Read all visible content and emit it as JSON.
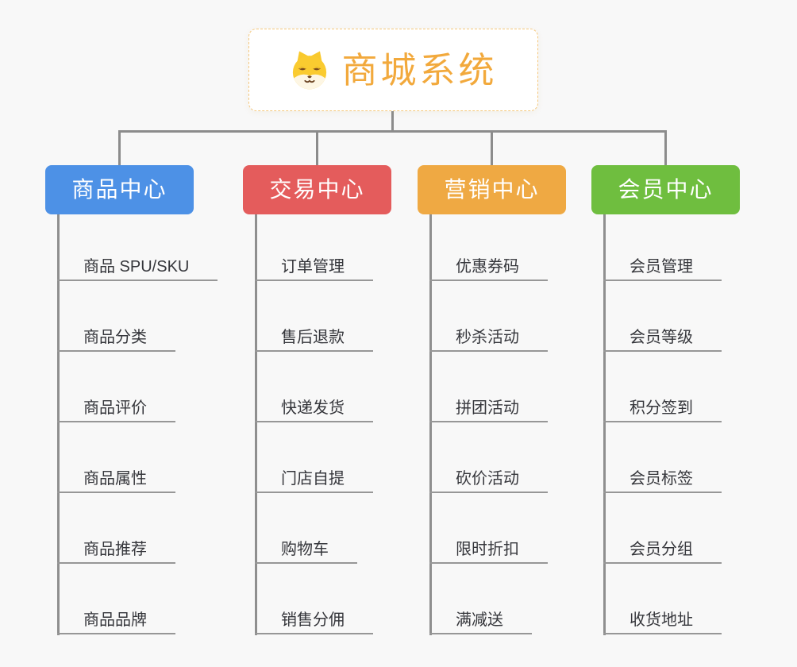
{
  "root": {
    "label": "商城系统",
    "icon": "shiba-dog-icon"
  },
  "theme": {
    "background": "#F8F8F8",
    "connector_color": "#8C8C8C",
    "root_text_color": "#F2A93C",
    "root_border_color": "#F5C87D",
    "leaf_text_color": "#35363B",
    "leaf_underline_color": "#979797"
  },
  "branches": [
    {
      "label": "商品中心",
      "color": "#4D91E6",
      "items": [
        "商品 SPU/SKU",
        "商品分类",
        "商品评价",
        "商品属性",
        "商品推荐",
        "商品品牌"
      ]
    },
    {
      "label": "交易中心",
      "color": "#E45C5C",
      "items": [
        "订单管理",
        "售后退款",
        "快递发货",
        "门店自提",
        "购物车",
        "销售分佣"
      ]
    },
    {
      "label": "营销中心",
      "color": "#EFA943",
      "items": [
        "优惠券码",
        "秒杀活动",
        "拼团活动",
        "砍价活动",
        "限时折扣",
        "满减送"
      ]
    },
    {
      "label": "会员中心",
      "color": "#6FBE3F",
      "items": [
        "会员管理",
        "会员等级",
        "积分签到",
        "会员标签",
        "会员分组",
        "收货地址"
      ]
    }
  ]
}
